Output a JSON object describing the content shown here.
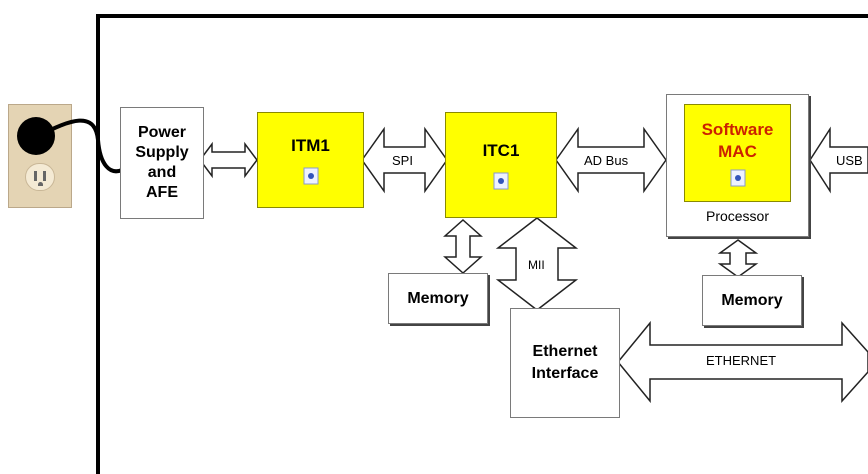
{
  "diagram": {
    "power_supply": {
      "line1": "Power",
      "line2": "Supply",
      "line3": "and",
      "line4": "AFE"
    },
    "itm1": {
      "label": "ITM1"
    },
    "itc1": {
      "label": "ITC1"
    },
    "software_mac": {
      "line1": "Software",
      "line2": "MAC",
      "caption": "Processor"
    },
    "memory_itc": {
      "label": "Memory"
    },
    "memory_proc": {
      "label": "Memory"
    },
    "ethernet_interface": {
      "line1": "Ethernet",
      "line2": "Interface"
    },
    "links": {
      "spi": "SPI",
      "ad_bus": "AD Bus",
      "usb": "USB",
      "mii": "MII",
      "ethernet": "ETHERNET"
    }
  }
}
